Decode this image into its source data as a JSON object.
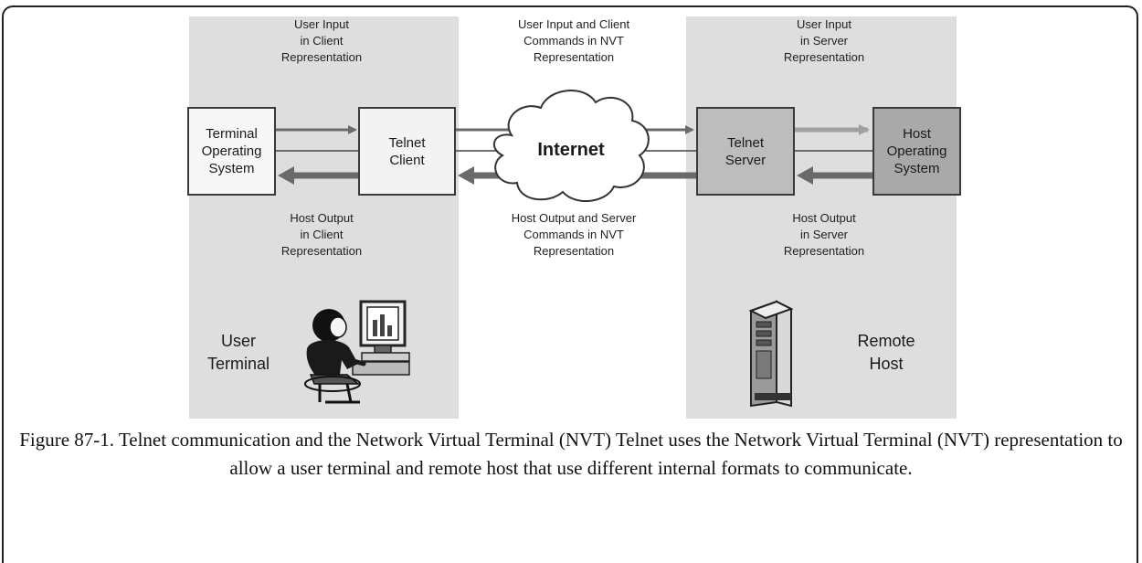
{
  "labels": {
    "top_left": "User Input\nin Client\nRepresentation",
    "top_center": "User Input  and Client\nCommands in NVT\nRepresentation",
    "top_right": "User Input\nin Server\nRepresentation",
    "bottom_left": "Host Output\nin Client\nRepresentation",
    "bottom_center": "Host Output and Server\nCommands in NVT\nRepresentation",
    "bottom_right": "Host Output\nin Server\nRepresentation"
  },
  "boxes": {
    "terminal_os": "Terminal\nOperating\nSystem",
    "telnet_client": "Telnet\nClient",
    "telnet_server": "Telnet\nServer",
    "host_os": "Host\nOperating\nSystem"
  },
  "cloud": {
    "label": "Internet"
  },
  "sides": {
    "user_terminal": "User\nTerminal",
    "remote_host": "Remote\nHost"
  },
  "caption": "Figure 87-1. Telnet communication and the Network Virtual Terminal (NVT) Telnet uses the Network Virtual Terminal (NVT) representation to allow a user terminal and remote host that use different internal formats to communicate."
}
